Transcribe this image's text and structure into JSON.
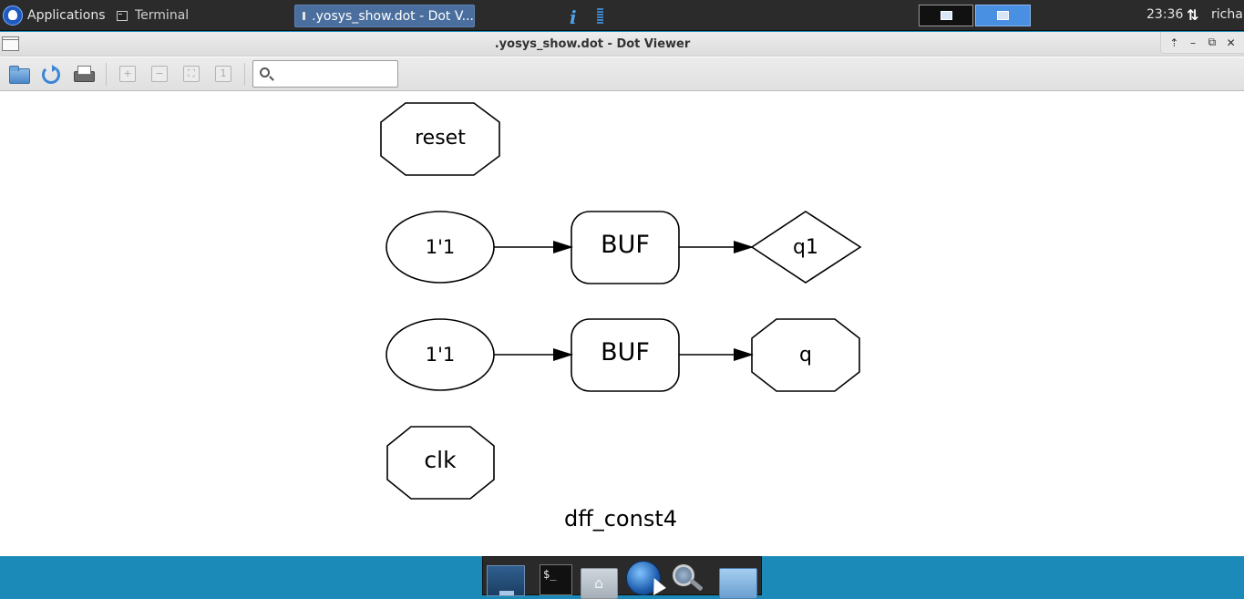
{
  "top_panel": {
    "applications_label": "Applications",
    "terminal_task_label": "Terminal",
    "active_task_label": ".yosys_show.dot - Dot V...",
    "clock": "23:36",
    "user": "richa"
  },
  "window": {
    "title": ".yosys_show.dot - Dot Viewer",
    "controls": {
      "up": "⇡",
      "minimize": "–",
      "maximize": "⧉",
      "close": "✕"
    }
  },
  "toolbar": {
    "search_value": "",
    "zoom_in_symbol": "+",
    "zoom_out_symbol": "−",
    "zoom_fit_symbol": "⛶",
    "zoom_100_symbol": "1"
  },
  "graph": {
    "title": "dff_const4",
    "nodes": {
      "reset": "reset",
      "const_a": "1'1",
      "buf_a": "BUF",
      "q1": "q1",
      "const_b": "1'1",
      "buf_b": "BUF",
      "q": "q",
      "clk": "clk"
    }
  },
  "dock": {
    "terminal_glyph": "$_"
  }
}
